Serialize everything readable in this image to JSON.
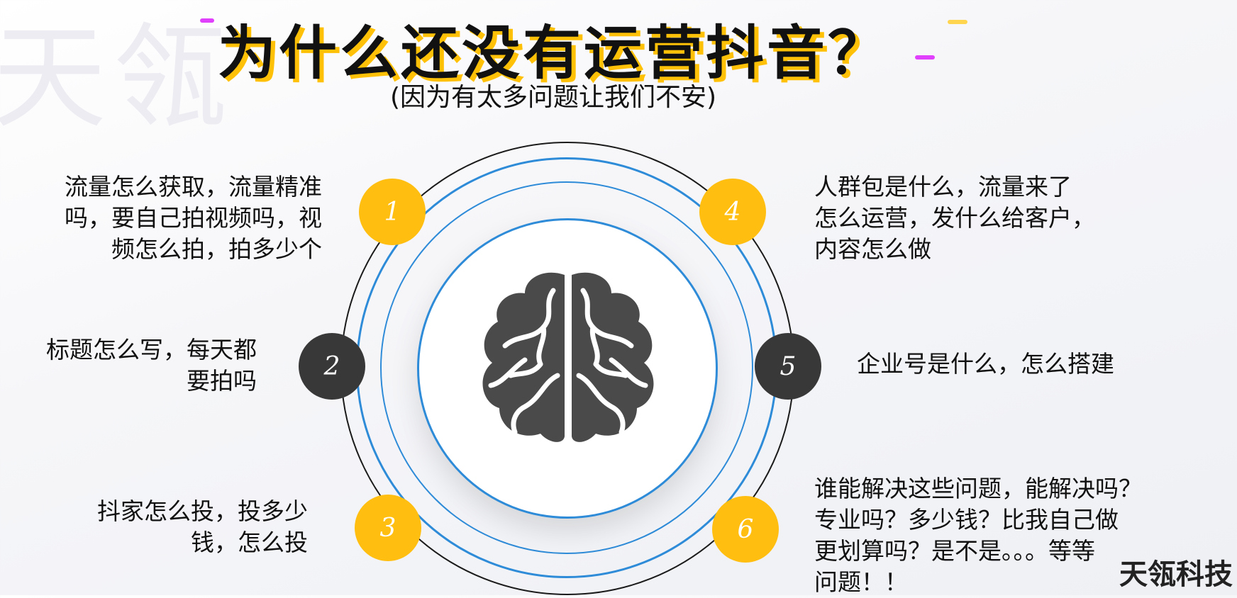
{
  "title": "为什么还没有运营抖音？",
  "subtitle": "(因为有太多问题让我们不安)",
  "watermark": "天瓴",
  "corner_mark": "天瓴科技",
  "colors": {
    "accent_yellow": "#ffbe10",
    "dark": "#383838",
    "ring_blue": "#2e8bd8"
  },
  "center_icon": "brain-icon",
  "items": [
    {
      "num": "1",
      "lines": [
        "流量怎么获取，流量精准",
        "吗，要自己拍视频吗，视",
        "频怎么拍，拍多少个"
      ]
    },
    {
      "num": "2",
      "lines": [
        "标题怎么写，每天都",
        "要拍吗"
      ]
    },
    {
      "num": "3",
      "lines": [
        "抖家怎么投，投多少",
        "钱，怎么投"
      ]
    },
    {
      "num": "4",
      "lines": [
        "人群包是什么，流量来了",
        "怎么运营，发什么给客户，",
        "内容怎么做"
      ]
    },
    {
      "num": "5",
      "lines": [
        "企业号是什么，怎么搭建"
      ]
    },
    {
      "num": "6",
      "lines": [
        "谁能解决这些问题，能解决吗？",
        "专业吗？多少钱？比我自己做",
        "更划算吗？是不是。。。等等",
        "问题！！"
      ]
    }
  ]
}
